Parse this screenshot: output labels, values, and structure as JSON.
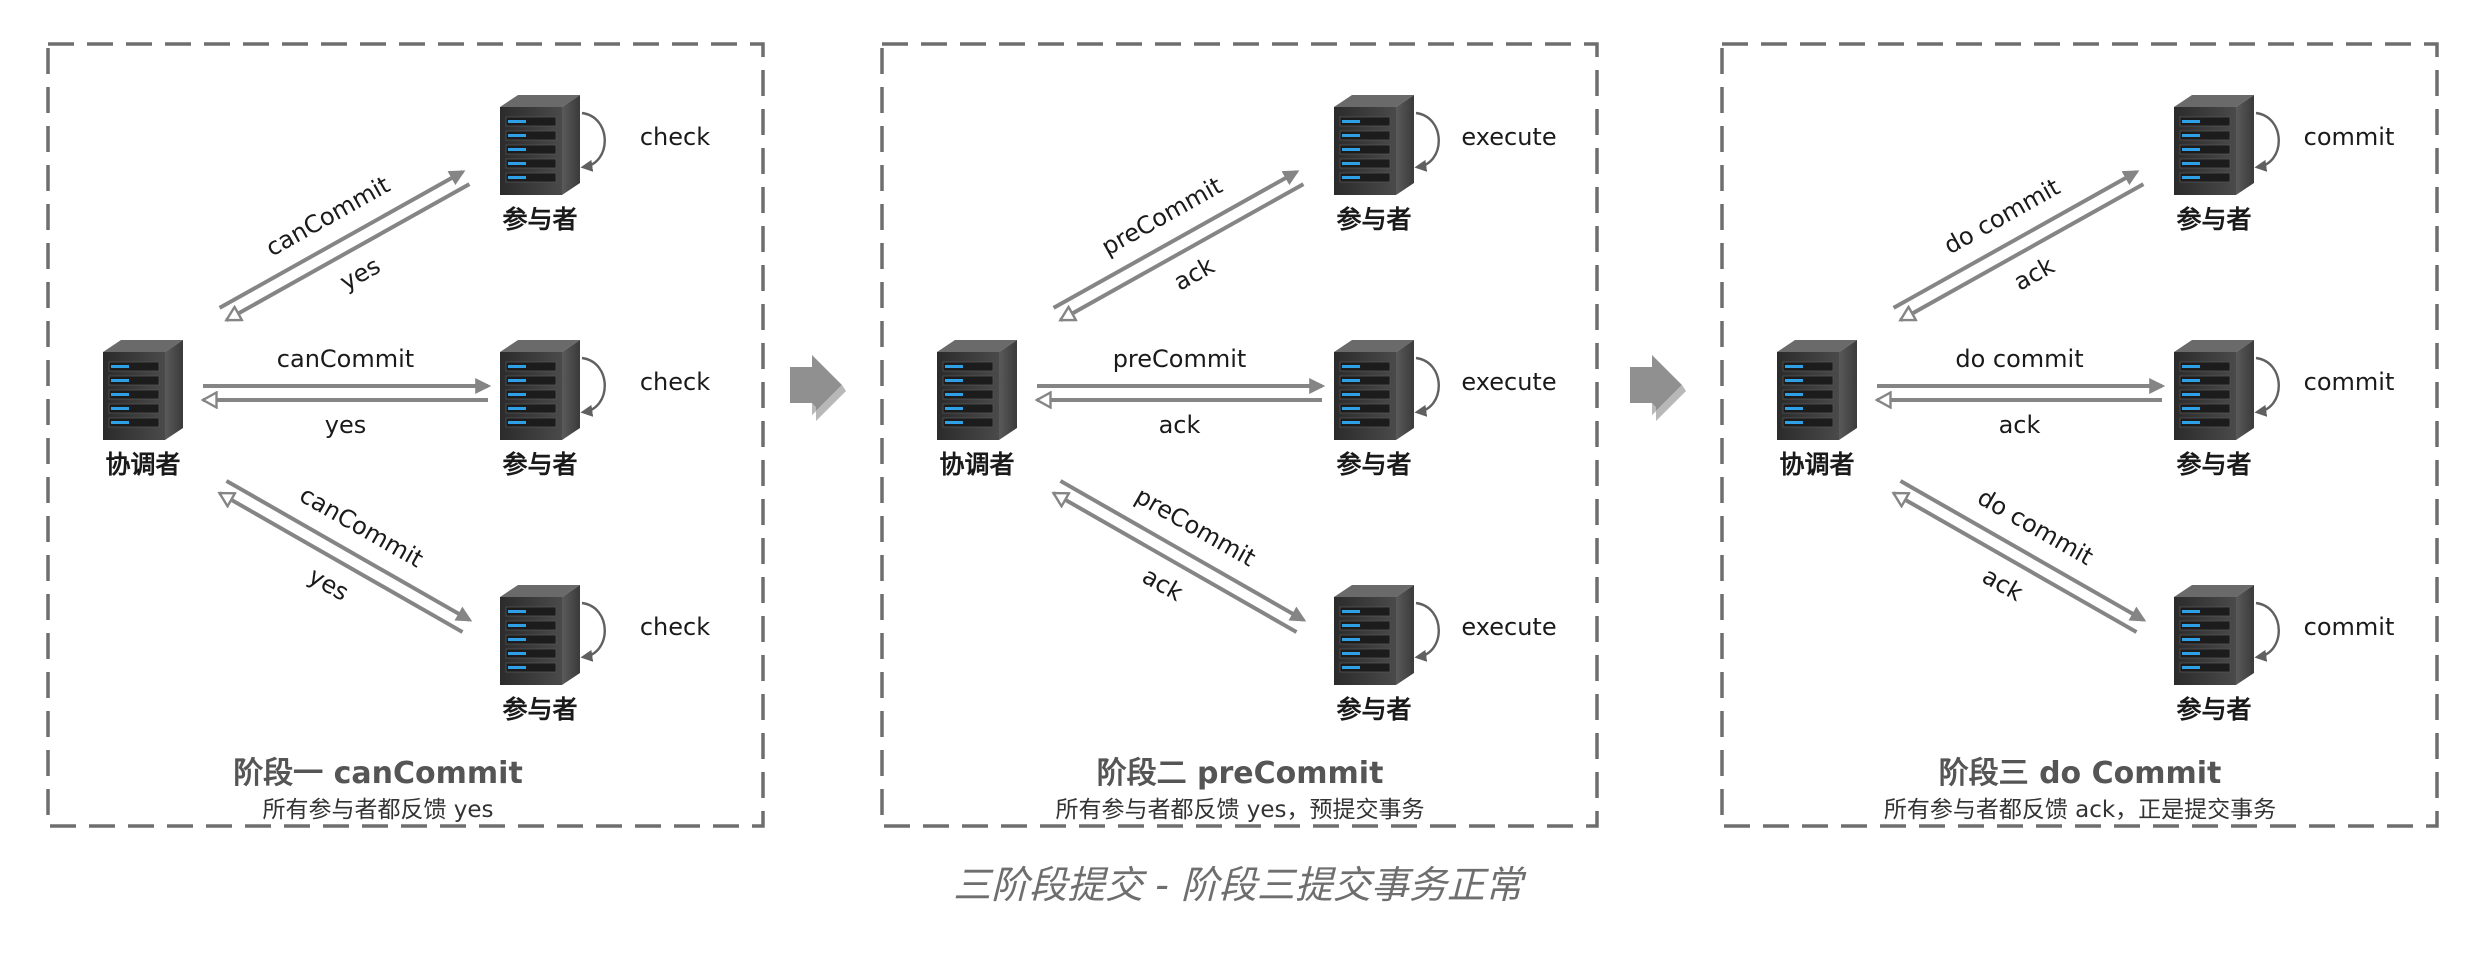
{
  "caption": "三阶段提交 - 阶段三提交事务正常",
  "colors": {
    "arrow": "#858585",
    "frame": "#6e6e6e",
    "server_light": "#2fa0e6"
  },
  "roles": {
    "coordinator": "协调者",
    "participant": "参与者"
  },
  "phases": [
    {
      "title": "阶段一 canCommit",
      "subtitle": "所有参与者都反馈 yes",
      "request": "canCommit",
      "response": "yes",
      "action": "check"
    },
    {
      "title": "阶段二 preCommit",
      "subtitle": "所有参与者都反馈 yes，预提交事务",
      "request": "preCommit",
      "response": "ack",
      "action": "execute"
    },
    {
      "title": "阶段三 do Commit",
      "subtitle": "所有参与者都反馈 ack，正是提交事务",
      "request": "do commit",
      "response": "ack",
      "action": "commit"
    }
  ]
}
